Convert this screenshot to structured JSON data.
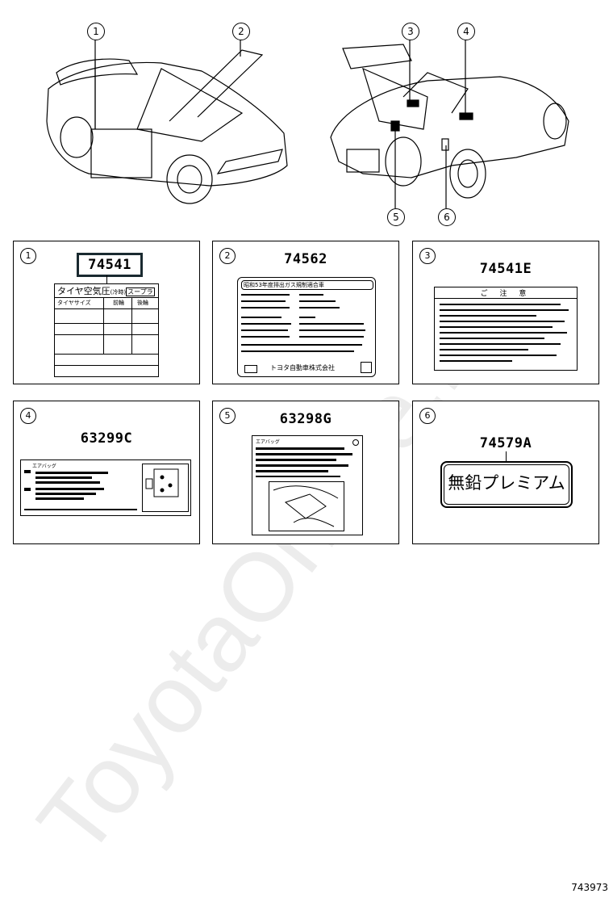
{
  "callouts_top": [
    "1",
    "2",
    "3",
    "4",
    "5",
    "6"
  ],
  "panels": [
    {
      "num": "1",
      "part": "74541",
      "label_title": "タイヤ空気圧",
      "label_title_small": "(冷時)",
      "label_brand": "スープラ",
      "col1": "タイヤサイズ",
      "col2": "前輪",
      "col3": "後輪"
    },
    {
      "num": "2",
      "part": "74562",
      "label_header": "昭和53年度排出ガス規制適合車",
      "label_footer": "トヨタ自動車株式会社"
    },
    {
      "num": "3",
      "part": "74541E",
      "label_header": "ご 注 意"
    },
    {
      "num": "4",
      "part": "63299C",
      "label_header": "エアバッグ"
    },
    {
      "num": "5",
      "part": "63298G",
      "label_header": "エアバッグ"
    },
    {
      "num": "6",
      "part": "74579A",
      "label_text": "無鉛プレミアム"
    }
  ],
  "watermark": "ToyotaOnline.ru",
  "ref_code": "743973"
}
